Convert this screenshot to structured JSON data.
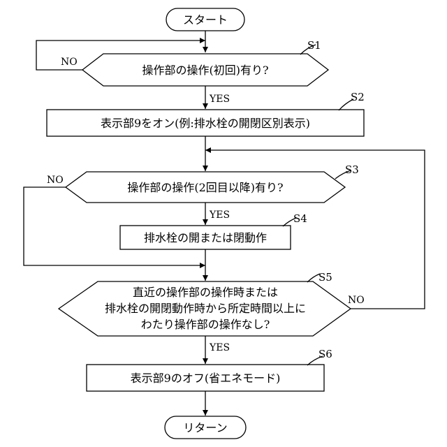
{
  "nodes": {
    "start": "スタート",
    "s1": "操作部の操作(初回)有り?",
    "s2": "表示部9をオン(例:排水栓の開閉区別表示)",
    "s3": "操作部の操作(2回目以降)有り?",
    "s4": "排水栓の開または閉動作",
    "s5_line1": "直近の操作部の操作時または",
    "s5_line2": "排水栓の開閉動作時から所定時間以上に",
    "s5_line3": "わたり操作部の操作なし?",
    "s6": "表示部9のオフ(省エネモード)",
    "end": "リターン"
  },
  "step_labels": {
    "s1": "S1",
    "s2": "S2",
    "s3": "S3",
    "s4": "S4",
    "s5": "S5",
    "s6": "S6"
  },
  "edge_labels": {
    "s1_no": "NO",
    "s1_yes": "YES",
    "s3_no": "NO",
    "s3_yes": "YES",
    "s5_no": "NO",
    "s5_yes": "YES"
  }
}
